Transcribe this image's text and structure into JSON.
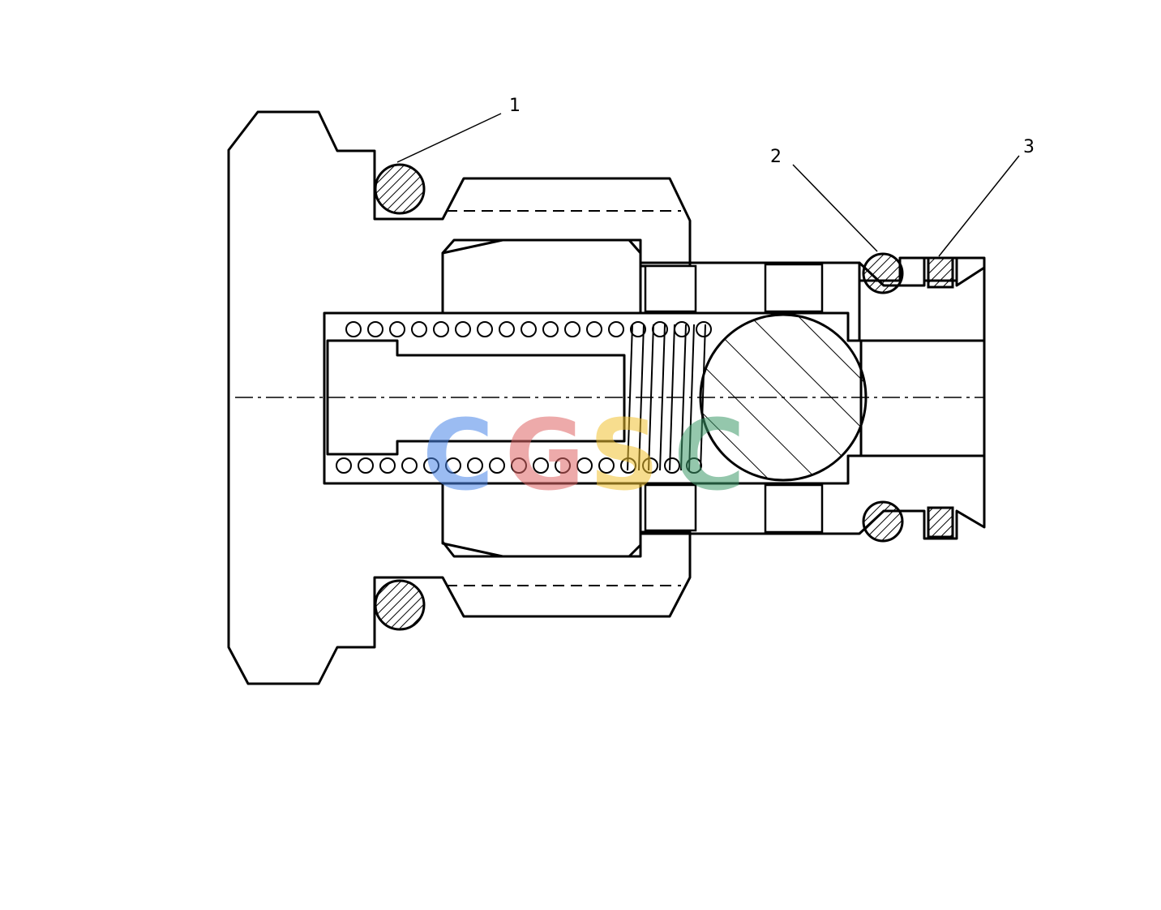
{
  "callouts": [
    {
      "id": "1",
      "label": "1"
    },
    {
      "id": "2",
      "label": "2"
    },
    {
      "id": "3",
      "label": "3"
    }
  ],
  "watermark": {
    "letters": [
      "C",
      "G",
      "S",
      "C"
    ],
    "colors": [
      "#4a86e8",
      "#e06666",
      "#f1c232",
      "#3d9a6a"
    ]
  },
  "colors": {
    "line": "#000000",
    "background": "#ffffff"
  }
}
